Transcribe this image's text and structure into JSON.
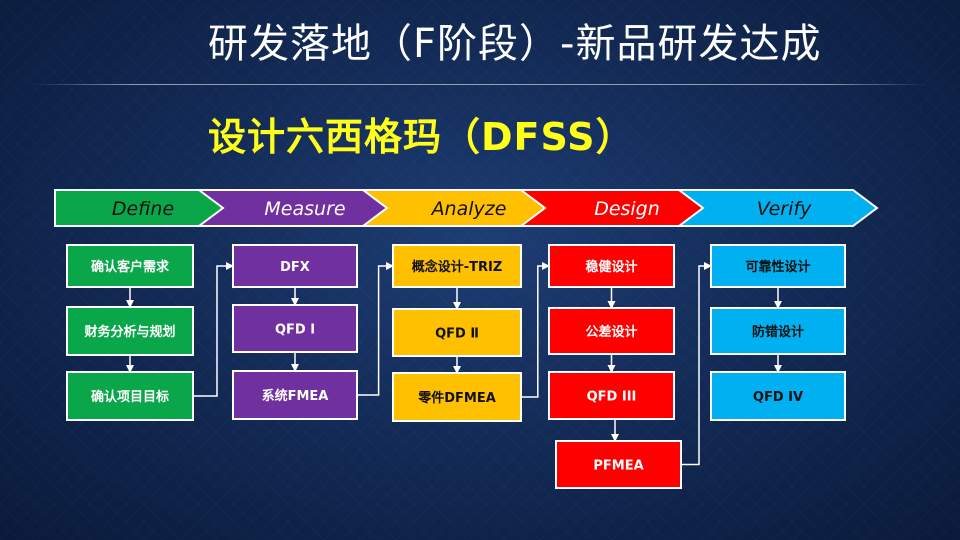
{
  "header": {
    "title": "研发落地（F阶段）-新品研发达成",
    "subtitle": "设计六西格玛（DFSS）"
  },
  "colors": {
    "green": "#0aa64a",
    "purple": "#7030a0",
    "orange": "#ffc000",
    "red": "#ff0000",
    "blue": "#00b0f0"
  },
  "stages": [
    {
      "label": "Define",
      "color": "#0aa64a",
      "text_color": "#111111"
    },
    {
      "label": "Measure",
      "color": "#7030a0",
      "text_color": "#ffffff"
    },
    {
      "label": "Analyze",
      "color": "#ffc000",
      "text_color": "#111111"
    },
    {
      "label": "Design",
      "color": "#ff0000",
      "text_color": "#ffffff"
    },
    {
      "label": "Verify",
      "color": "#00b0f0",
      "text_color": "#111111"
    }
  ],
  "columns": [
    {
      "stage": "Define",
      "color": "#0aa64a",
      "text_color": "#ffffff",
      "items": [
        "确认客户需求",
        "财务分析与规划",
        "确认项目目标"
      ]
    },
    {
      "stage": "Measure",
      "color": "#7030a0",
      "text_color": "#ffffff",
      "items": [
        "DFX",
        "QFD Ⅰ",
        "系统FMEA"
      ]
    },
    {
      "stage": "Analyze",
      "color": "#ffc000",
      "text_color": "#111111",
      "items": [
        "概念设计-TRIZ",
        "QFD Ⅱ",
        "零件DFMEA"
      ]
    },
    {
      "stage": "Design",
      "color": "#ff0000",
      "text_color": "#ffffff",
      "items": [
        "稳健设计",
        "公差设计",
        "QFD III",
        "PFMEA"
      ]
    },
    {
      "stage": "Verify",
      "color": "#00b0f0",
      "text_color": "#111111",
      "items": [
        "可靠性设计",
        "防错设计",
        "QFD IV"
      ]
    }
  ]
}
